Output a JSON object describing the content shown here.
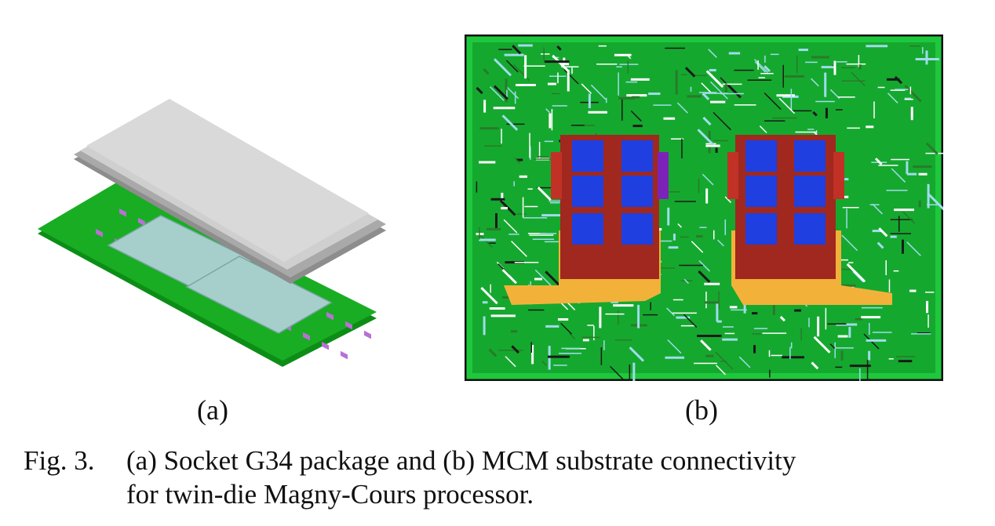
{
  "figure": {
    "panel_a_label": "(a)",
    "panel_b_label": "(b)",
    "caption_number": "Fig. 3.",
    "caption_line1": "(a) Socket G34 package and (b) MCM substrate connectivity",
    "caption_line2": "for twin-die Magny-Cours processor."
  },
  "colors": {
    "substrate_green": "#12a51c",
    "lid_gray": "#c9c9c9",
    "die_teal": "#9fc9c6",
    "pad_purple": "#b96fd6",
    "layout_blue": "#1f3fe0",
    "layout_red": "#a0281e",
    "layout_orange": "#f2b23a",
    "layout_cyan": "#9fdcec"
  }
}
